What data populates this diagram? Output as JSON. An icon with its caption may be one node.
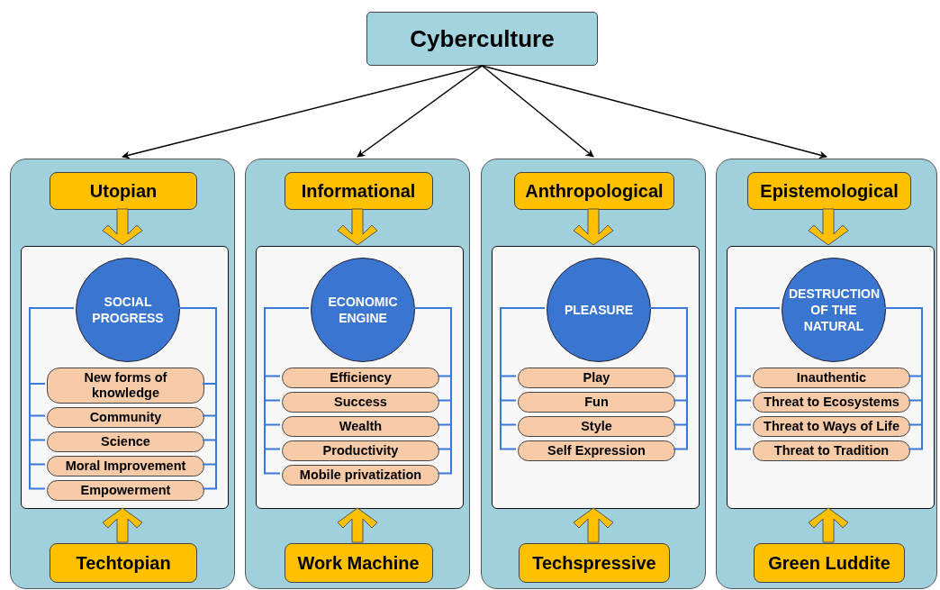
{
  "diagram": {
    "nodes": [
      {
        "text": [
          "Cyberculture"
        ]
      },
      {
        "text": [],
        "shape": "box"
      },
      {
        "text": [
          "Utopian"
        ],
        "in": 1
      },
      {
        "text": [],
        "shape": "box",
        "in": 1
      },
      {
        "text": [
          "SOCIAL PROGRESS"
        ],
        "in": 3
      },
      {
        "text": [
          "New forms of knowledge"
        ],
        "in": 3
      },
      {
        "text": [
          "Community"
        ],
        "in": 3
      },
      {
        "text": [
          "Science"
        ],
        "in": 3
      },
      {
        "text": [
          "Moral Improvement"
        ],
        "in": 3
      },
      {
        "text": [
          "Empowerment"
        ],
        "in": 3
      },
      {
        "text": [
          "Techtopian"
        ],
        "in": 1
      },
      {
        "text": [],
        "shape": "box"
      },
      {
        "text": [
          "Informational"
        ],
        "in": 11
      },
      {
        "text": [],
        "shape": "box",
        "in": 11
      },
      {
        "text": [
          "ECONOMIC ENGINE"
        ],
        "in": 13
      },
      {
        "text": [
          "Efficiency"
        ],
        "in": 13
      },
      {
        "text": [
          "Success"
        ],
        "in": 13
      },
      {
        "text": [
          "Wealth"
        ],
        "in": 13
      },
      {
        "text": [
          "Productivity"
        ],
        "in": 13
      },
      {
        "text": [
          "Mobile privatization"
        ],
        "in": 13
      },
      {
        "text": [
          "Work Machine"
        ],
        "in": 11
      },
      {
        "text": [],
        "shape": "box"
      },
      {
        "text": [
          "Anthropological"
        ],
        "in": 21
      },
      {
        "text": [],
        "shape": "box",
        "in": 21
      },
      {
        "text": [
          "PLEASURE"
        ],
        "in": 23
      },
      {
        "text": [
          "Play"
        ],
        "in": 23
      },
      {
        "text": [
          "Fun"
        ],
        "in": 23
      },
      {
        "text": [
          "Style"
        ],
        "in": 23
      },
      {
        "text": [
          "Self Expression"
        ],
        "in": 23
      },
      {
        "text": [
          "Techspressive"
        ],
        "in": 21
      },
      {
        "text": [],
        "shape": "box"
      },
      {
        "text": [
          "Epistemological"
        ],
        "in": 30
      },
      {
        "text": [],
        "shape": "box",
        "in": 30
      },
      {
        "text": [
          "DESTRUCTION OF THE NATURAL"
        ],
        "in": 32
      },
      {
        "text": [
          "Inauthentic"
        ],
        "in": 32
      },
      {
        "text": [
          "Threat to Ecosystems"
        ],
        "in": 32
      },
      {
        "text": [
          "Threat to Ways of Life"
        ],
        "in": 32
      },
      {
        "text": [
          "Threat to Tradition"
        ],
        "in": 32
      },
      {
        "text": [
          "Green Luddite"
        ],
        "in": 30
      }
    ],
    "edges": [
      {
        "from": 0,
        "to": 1,
        "arrow": "to",
        "color": "#000000"
      },
      {
        "from": 0,
        "to": 11,
        "arrow": "to",
        "color": "#000000"
      },
      {
        "from": 0,
        "to": 21,
        "arrow": "to",
        "color": "#000000"
      },
      {
        "from": 0,
        "to": 30,
        "arrow": "to",
        "color": "#000000"
      },
      {
        "from": 2,
        "to": 3,
        "arrow": "to",
        "style": "thick",
        "color": "#ffc000"
      },
      {
        "from": 10,
        "to": 3,
        "arrow": "to",
        "style": "thick",
        "color": "#ffc000"
      },
      {
        "from": 4,
        "to": 5,
        "arrow": "none"
      },
      {
        "from": 4,
        "to": 6,
        "arrow": "none"
      },
      {
        "from": 4,
        "to": 7,
        "arrow": "none"
      },
      {
        "from": 4,
        "to": 8,
        "arrow": "none"
      },
      {
        "from": 4,
        "to": 9,
        "arrow": "none"
      },
      {
        "from": 12,
        "to": 13,
        "arrow": "to",
        "style": "thick",
        "color": "#ffc000"
      },
      {
        "from": 20,
        "to": 13,
        "arrow": "to",
        "style": "thick",
        "color": "#ffc000"
      },
      {
        "from": 14,
        "to": 15,
        "arrow": "none"
      },
      {
        "from": 14,
        "to": 16,
        "arrow": "none"
      },
      {
        "from": 14,
        "to": 17,
        "arrow": "none"
      },
      {
        "from": 14,
        "to": 18,
        "arrow": "none"
      },
      {
        "from": 14,
        "to": 19,
        "arrow": "none"
      },
      {
        "from": 22,
        "to": 23,
        "arrow": "to",
        "style": "thick",
        "color": "#ffc000"
      },
      {
        "from": 29,
        "to": 23,
        "arrow": "to",
        "style": "thick",
        "color": "#ffc000"
      },
      {
        "from": 24,
        "to": 25,
        "arrow": "none"
      },
      {
        "from": 24,
        "to": 26,
        "arrow": "none"
      },
      {
        "from": 24,
        "to": 27,
        "arrow": "none"
      },
      {
        "from": 24,
        "to": 28,
        "arrow": "none"
      },
      {
        "from": 31,
        "to": 32,
        "arrow": "to",
        "style": "thick",
        "color": "#ffc000"
      },
      {
        "from": 38,
        "to": 32,
        "arrow": "to",
        "style": "thick",
        "color": "#ffc000"
      },
      {
        "from": 33,
        "to": 34,
        "arrow": "none"
      },
      {
        "from": 33,
        "to": 35,
        "arrow": "none"
      },
      {
        "from": 33,
        "to": 36,
        "arrow": "none"
      },
      {
        "from": 33,
        "to": 37,
        "arrow": "none"
      }
    ]
  }
}
